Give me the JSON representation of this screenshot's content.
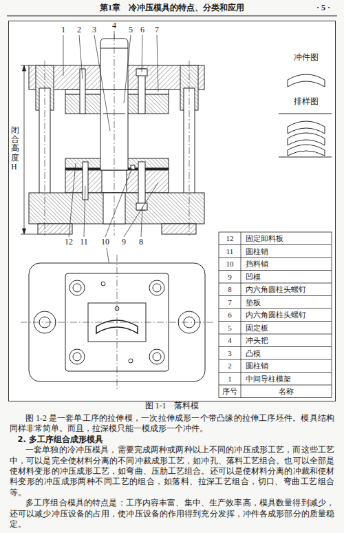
{
  "diagram": {
    "caption": "图 1-1　落料模",
    "labels": [
      "第1章　冷冲压模具的特点、分类和应用",
      "· 5 ·",
      "1",
      "2",
      "3",
      "4",
      "5",
      "6",
      "7",
      "闭合高度H",
      "12",
      "11",
      "10",
      "9",
      "8",
      "冲件图",
      "排样图",
      "12",
      "固定卸料板",
      "11",
      "圆柱销",
      "10",
      "挡料销",
      "9",
      "凹模",
      "8",
      "内六角圆柱头螺钉",
      "7",
      "垫板",
      "6",
      "内六角圆柱头螺钉",
      "5",
      "固定板",
      "4",
      "冲头把",
      "3",
      "凸模",
      "2",
      "圆柱销",
      "1",
      "中间导柱模架",
      "序号",
      "名称",
      "图 1-2 是一套单工序的拉伸模，一次拉伸成形一个带凸缘的拉伸工序坯件。模具结构同样非常简单。而且，拉深模只能一模成形一个冲件。",
      "2. 多工序组合成形模具",
      "一套单独的冷冲压模具，需要完成两种或两种以上不同的冲压成形工艺，而这些工艺中，可以是完全使材料分离的不同冲裁成形工艺，如冲孔、落料工艺组合。也可以全部是使材料变形的冲压成形工艺，如弯曲、压肋工艺组合。还可以是使材料分离的冲裁和使材料变形的冲压成形两种不同工艺的组合，如落料、拉深工艺组合，切口、弯曲工艺组合等。",
      "多工序组合模具的特点是：工序内容丰富、集中、生产效率高，模具数量得到减少，还可以减少冲压设备的占用，使冲压设备的作用得到充分发挥，冲件各成形部分的质量稳定。"
    ]
  }
}
